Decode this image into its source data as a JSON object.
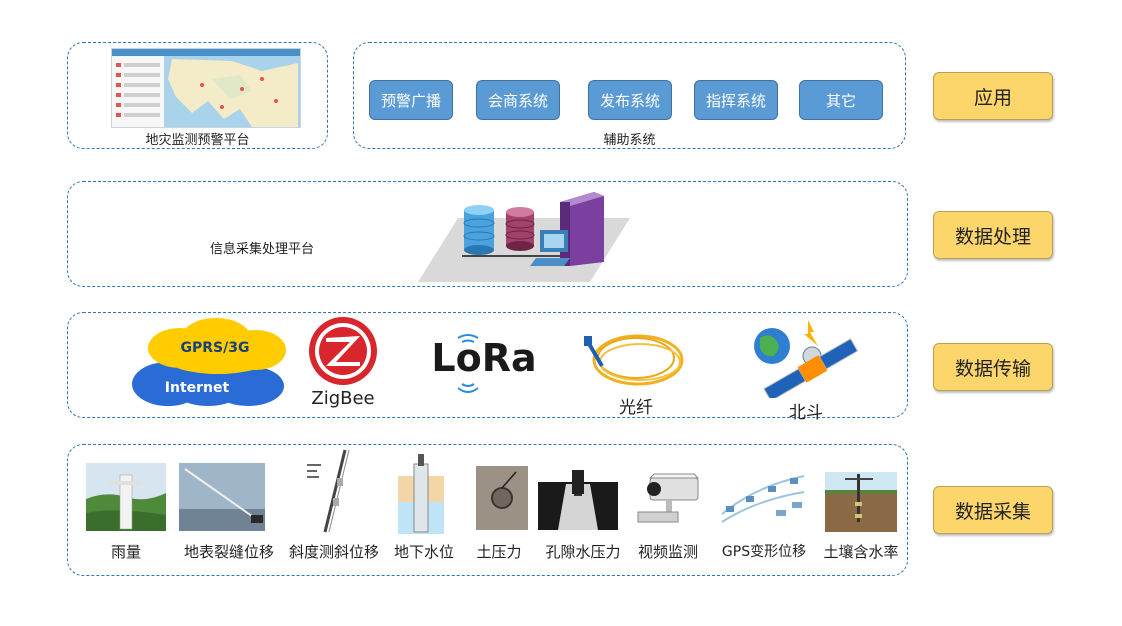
{
  "layers": [
    "应用",
    "数据处理",
    "数据传输",
    "数据采集"
  ],
  "application": {
    "platform_caption": "地灾监测预警平台",
    "aux_caption": "辅助系统",
    "buttons": [
      "预警广播",
      "会商系统",
      "发布系统",
      "指挥系统",
      "其它"
    ]
  },
  "processing": {
    "platform_label": "信息采集处理平台"
  },
  "transmission": {
    "cloud_top": "GPRS/3G",
    "cloud_bottom": "Internet",
    "zigbee": "ZigBee",
    "lora": "LoRa",
    "fiber": "光纤",
    "beidou": "北斗"
  },
  "acquisition": {
    "items": [
      "雨量",
      "地表裂缝位移",
      "斜度测斜位移",
      "地下水位",
      "土压力",
      "孔隙水压力",
      "视频监测",
      "GPS变形位移",
      "土壤含水率"
    ]
  },
  "colors": {
    "border": "#2e75b6",
    "layer_fill": "#fcd66b",
    "button_fill": "#5b9bd5"
  }
}
